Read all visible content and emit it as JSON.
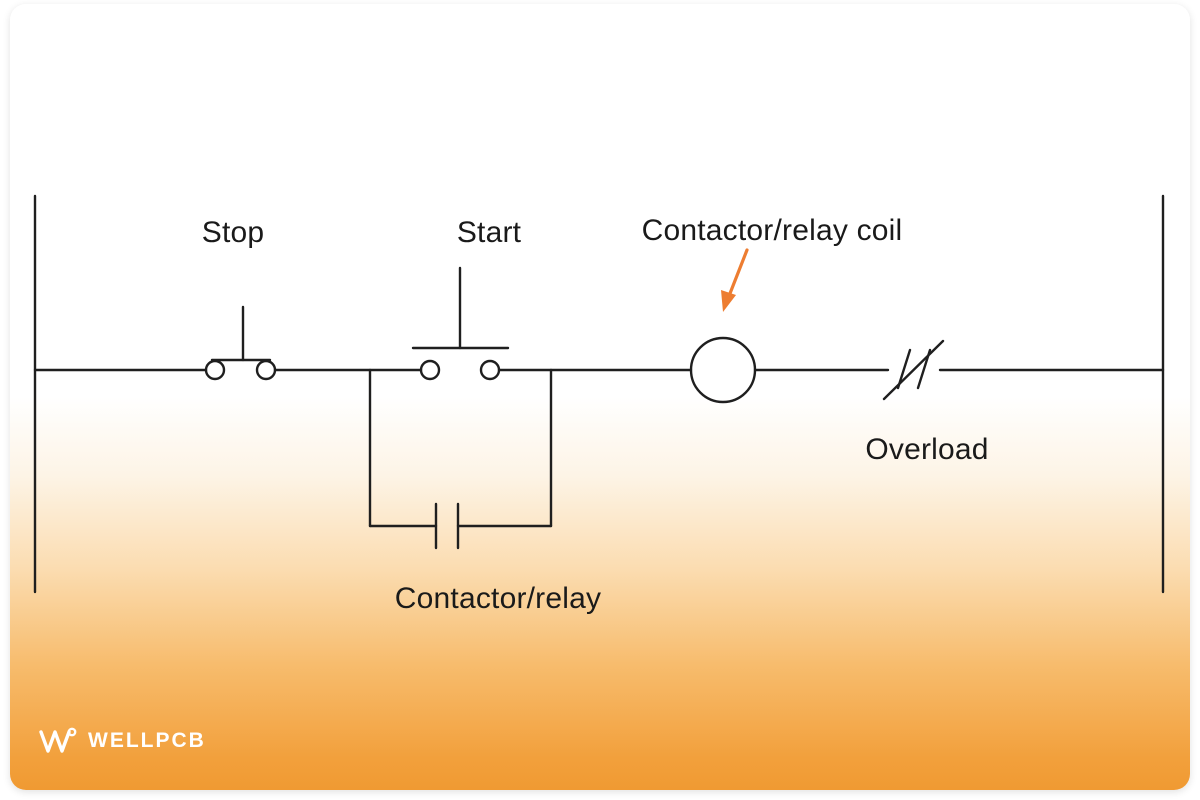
{
  "diagram": {
    "labels": {
      "stop": "Stop",
      "start": "Start",
      "coil": "Contactor/relay coil",
      "overload": "Overload",
      "holding_contact": "Contactor/relay"
    },
    "stroke_color": "#1f1f1f",
    "arrow_color": "#ED7D31"
  },
  "branding": {
    "logo_text": "WELLPCB",
    "logo_color": "#ffffff"
  },
  "colors": {
    "background": "#ffffff",
    "card_gradient_bottom": "#f09a32"
  }
}
